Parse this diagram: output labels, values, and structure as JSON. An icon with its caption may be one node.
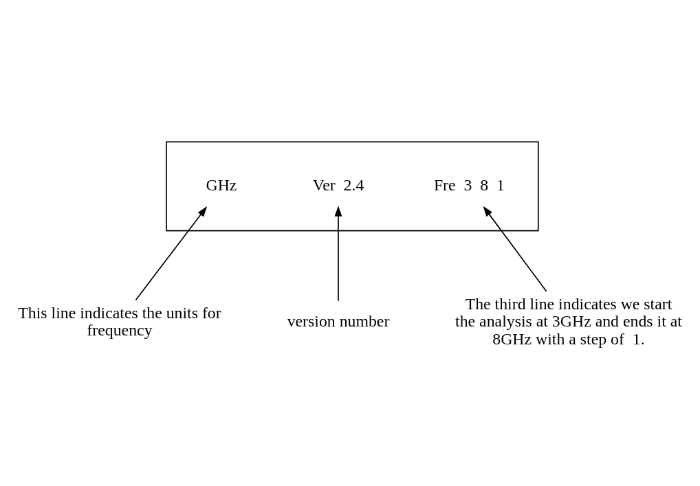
{
  "diagram": {
    "nodes": [
      {
        "text": [],
        "shape": "box"
      },
      {
        "text": [
          "Ver  2.4"
        ],
        "in": 0
      },
      {
        "text": [
          "GHz"
        ],
        "in": 0
      },
      {
        "text": [
          "Fre  3  8  1"
        ],
        "in": 0
      },
      {
        "text": [
          "This line indicates the units for frequency"
        ]
      },
      {
        "text": [
          "version number"
        ]
      },
      {
        "text": [
          "The third line indicates we start the analysis at 3GHz and ends it at 8GHz with a step of  1."
        ]
      }
    ],
    "edges": [
      {
        "from": 5,
        "to": 1,
        "arrow": "to"
      },
      {
        "from": 4,
        "to": 2,
        "arrow": "to"
      },
      {
        "from": 6,
        "to": 3,
        "arrow": "to"
      }
    ]
  }
}
